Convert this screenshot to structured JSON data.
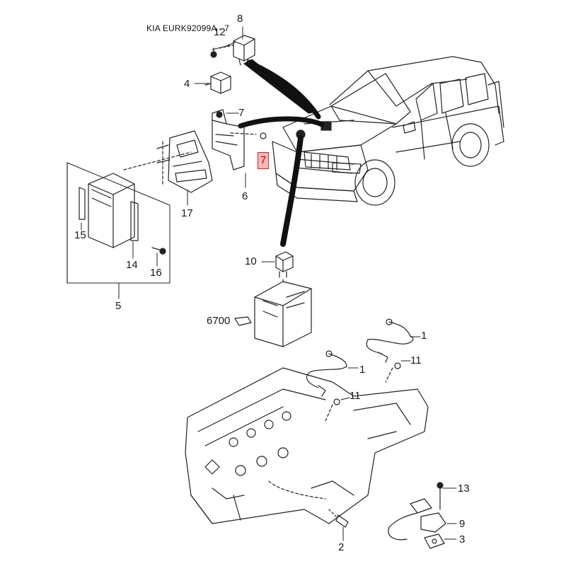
{
  "title": "KIA EURK92099A - 7",
  "callouts": [
    {
      "id": "c8",
      "text": "8"
    },
    {
      "id": "c12",
      "text": "12"
    },
    {
      "id": "c4",
      "text": "4"
    },
    {
      "id": "c7a",
      "text": "7"
    },
    {
      "id": "c7b",
      "text": "7"
    },
    {
      "id": "c6",
      "text": "6"
    },
    {
      "id": "c17",
      "text": "17"
    },
    {
      "id": "c15",
      "text": "15"
    },
    {
      "id": "c14",
      "text": "14"
    },
    {
      "id": "c16",
      "text": "16"
    },
    {
      "id": "c5",
      "text": "5"
    },
    {
      "id": "c10",
      "text": "10"
    },
    {
      "id": "c6700",
      "text": "6700"
    },
    {
      "id": "c1a",
      "text": "1"
    },
    {
      "id": "c11a",
      "text": "11"
    },
    {
      "id": "c1b",
      "text": "1"
    },
    {
      "id": "c11b",
      "text": "11"
    },
    {
      "id": "c13",
      "text": "13"
    },
    {
      "id": "c9",
      "text": "9"
    },
    {
      "id": "c3",
      "text": "3"
    },
    {
      "id": "c2",
      "text": "2"
    }
  ],
  "highlight": {
    "text": "7",
    "color": "#f4b8b8",
    "border": "#dd2222"
  }
}
